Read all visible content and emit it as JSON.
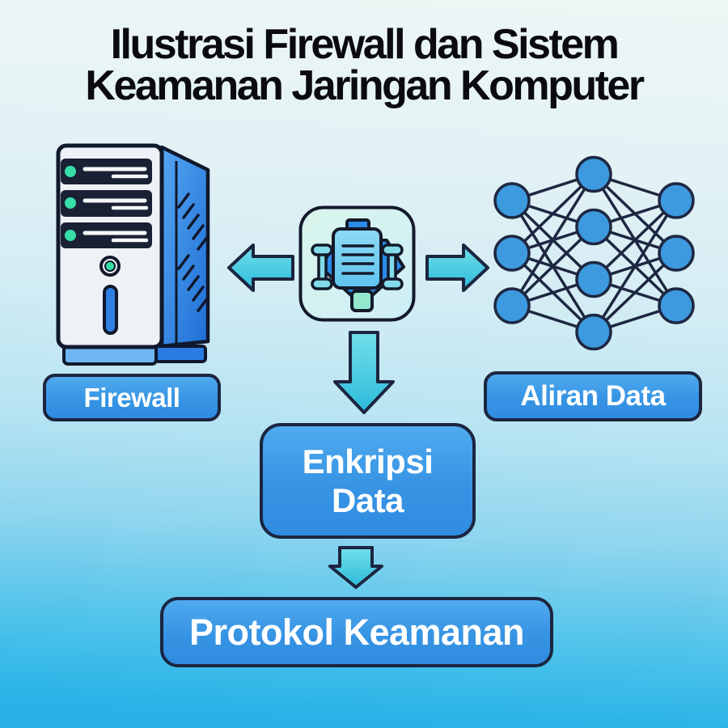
{
  "title": {
    "line1": "Ilustrasi Firewall dan Sistem",
    "line2": "Keamanan Jaringan Komputer"
  },
  "labels": {
    "firewall": "Firewall",
    "aliran_data": "Aliran Data",
    "enkripsi_data": "Enkripsi Data",
    "protokol_keamanan": "Protokol Keamanan"
  },
  "icons": {
    "left": "firewall-server-icon",
    "center": "encryption-processor-icon",
    "right": "neural-network-icon",
    "arrows": [
      "arrow-left-icon",
      "arrow-right-icon",
      "arrow-down-icon",
      "arrow-down-small-icon"
    ]
  },
  "network": {
    "layers": [
      3,
      4,
      3
    ]
  },
  "colors": {
    "background_top": "#eef6f5",
    "background_bottom": "#27b0e5",
    "title_text": "#0b0b0f",
    "box_blue_top": "#4faaee",
    "box_blue_bottom": "#2f8ce0",
    "outline_navy": "#1c2540",
    "arrow_cyan_top": "#72dfe9",
    "arrow_cyan_bottom": "#2cbbdb",
    "node_blue": "#3d9adf",
    "server_front": "#eef1f5",
    "server_bay": "#1b2134",
    "server_side_blue": "#2a7ce2",
    "accent_green": "#35dfa7",
    "label_text": "#ffffff"
  }
}
